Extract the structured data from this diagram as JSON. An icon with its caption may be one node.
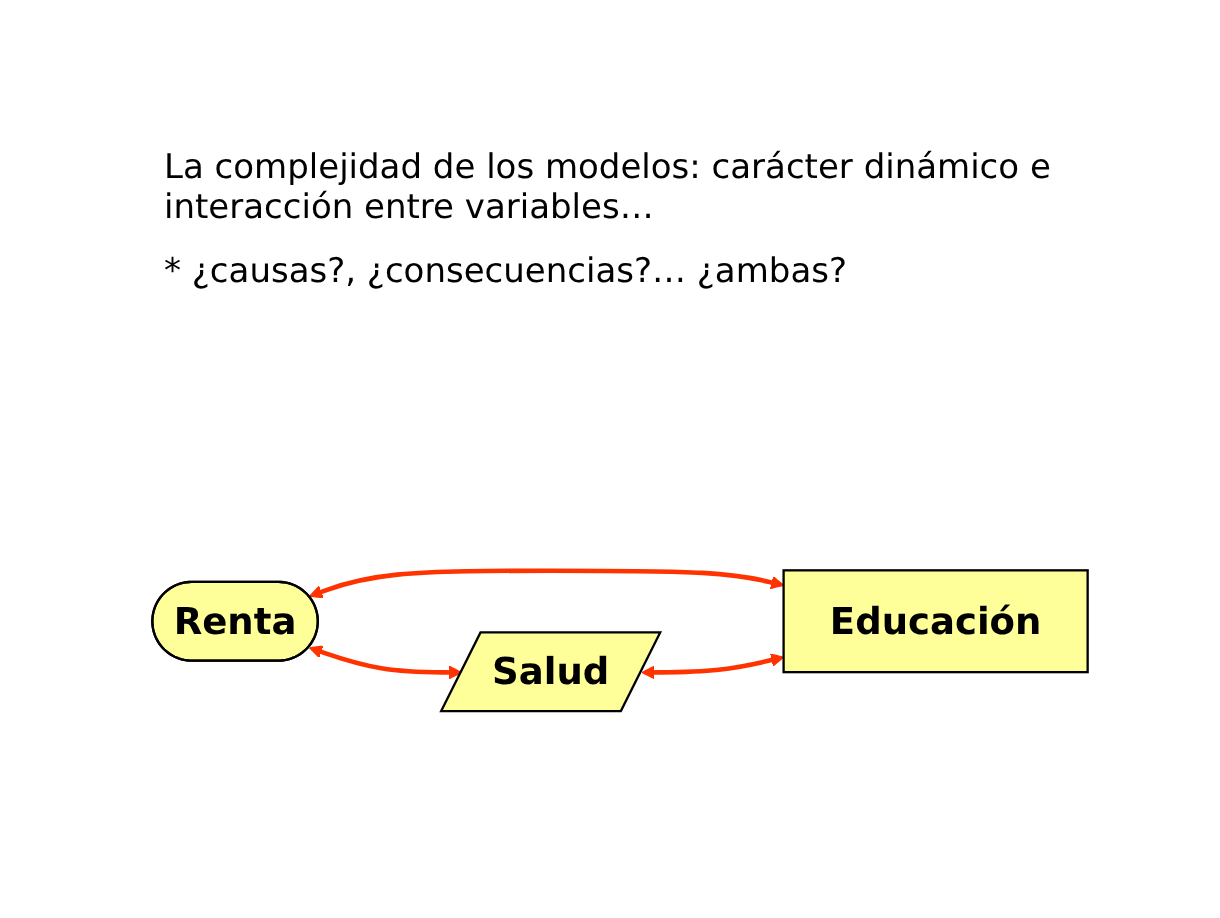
{
  "diagram": {
    "nodes": [
      {
        "text": [
          "Renta"
        ]
      },
      {
        "text": [
          "Educación"
        ]
      },
      {
        "text": [
          "Salud"
        ]
      }
    ],
    "edges": [
      {
        "from": 0,
        "to": 1,
        "arrow": "both"
      },
      {
        "from": 0,
        "to": 2,
        "arrow": "both"
      },
      {
        "from": 2,
        "to": 1,
        "arrow": "both"
      }
    ],
    "labels": [
      "La complejidad de los modelos: carácter dinámico e interacción entre variables…",
      "* ¿causas?, ¿consecuencias?… ¿ambas?"
    ]
  }
}
